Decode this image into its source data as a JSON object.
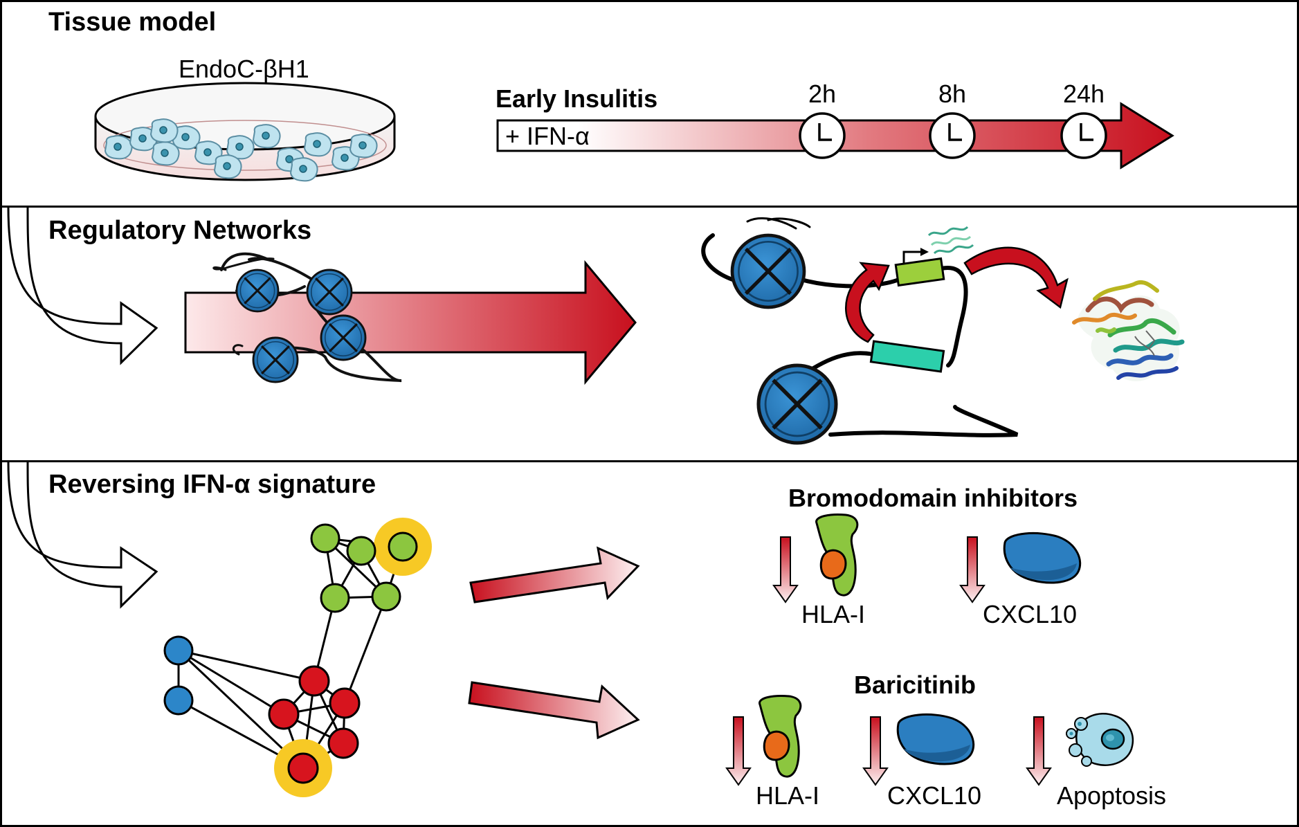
{
  "panels": {
    "tissue": {
      "title": "Tissue model",
      "dish_label": "EndoC-βH1",
      "timeline_title": "Early Insulitis",
      "treatment_label": "+ IFN-α",
      "timepoints": [
        "2h",
        "8h",
        "24h"
      ]
    },
    "regulatory": {
      "title": "Regulatory Networks"
    },
    "reversing": {
      "title": "Reversing IFN-α signature",
      "groups": [
        {
          "title": "Bromodomain inhibitors",
          "targets": [
            "HLA-I",
            "CXCL10"
          ]
        },
        {
          "title": "Baricitinib",
          "targets": [
            "HLA-I",
            "CXCL10",
            "Apoptosis"
          ]
        }
      ]
    }
  },
  "colors": {
    "arrow_red": "#c8101e",
    "nucleosome_blue": "#2a7fc4",
    "gene_green": "#8cc63f",
    "gene_teal": "#27c9a6",
    "node_red": "#d7141e",
    "node_blue": "#2c86c9",
    "node_green": "#8cc63f",
    "highlight_yellow": "#f7c925",
    "cxcl10_blue": "#2b7ec0",
    "hla_green": "#8cc63f",
    "hla_orange": "#e86a1a",
    "cell_lightblue": "#a9dbea"
  },
  "icons": [
    "petri-dish-icon",
    "clock-icon",
    "nucleosome-icon",
    "protein-structure-icon",
    "hla-icon",
    "cxcl10-icon",
    "apoptosis-cell-icon",
    "down-arrow-icon"
  ]
}
